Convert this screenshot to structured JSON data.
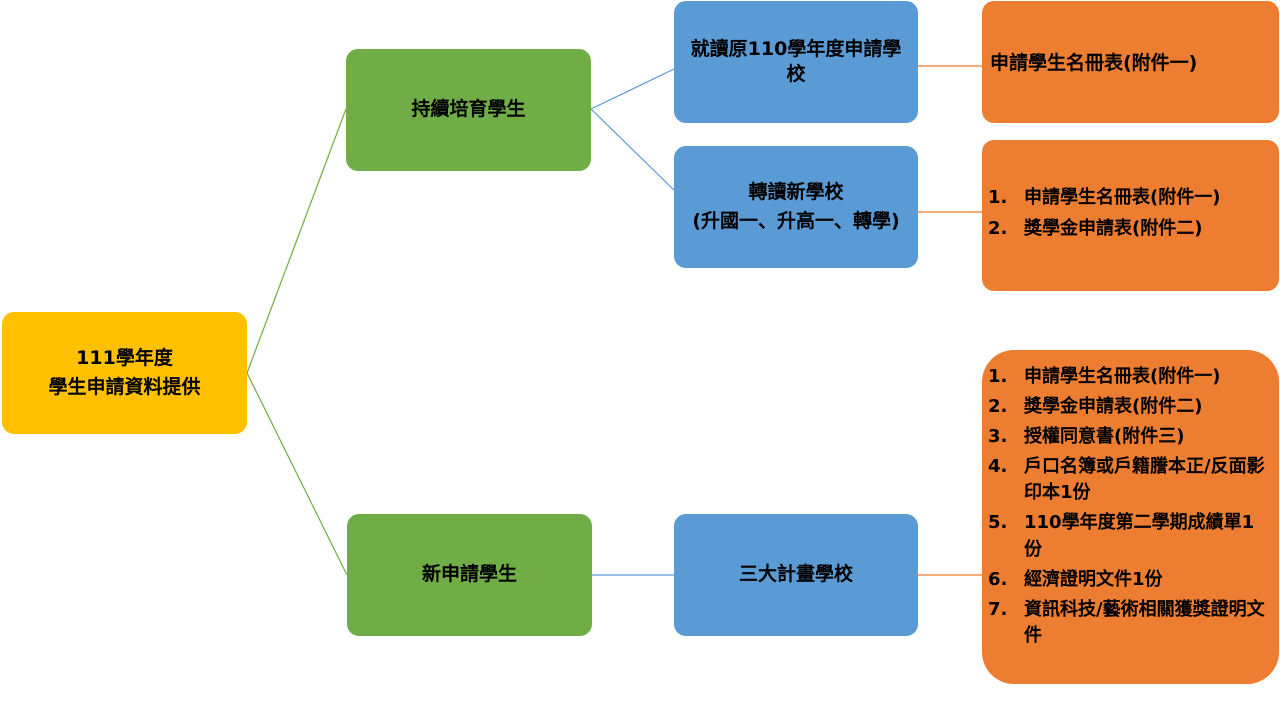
{
  "colors": {
    "root": "#FFC000",
    "level1": "#70AD47",
    "level2": "#5B9BD5",
    "level3": "#ED7D31",
    "connector_green": "#70AD47",
    "connector_blue": "#5B9BD5",
    "connector_orange": "#ED7D31"
  },
  "root": {
    "line1": "111學年度",
    "line2": "學生申請資料提供"
  },
  "branches": {
    "continuing": {
      "label": "持續培育學生",
      "stay": {
        "label": "就讀原110學年度申請學校",
        "docs": "申請學生名冊表(附件一)"
      },
      "transfer": {
        "line1": "轉讀新學校",
        "line2": "(升國一、升高一、轉學)",
        "docs": [
          {
            "num": "1.",
            "text": "申請學生名冊表(附件一)"
          },
          {
            "num": "2.",
            "text": "獎學金申請表(附件二)"
          }
        ]
      }
    },
    "new": {
      "label": "新申請學生",
      "school": {
        "label": "三大計畫學校"
      },
      "docs": [
        {
          "num": "1.",
          "text": "申請學生名冊表(附件一)"
        },
        {
          "num": "2.",
          "text": "獎學金申請表(附件二)"
        },
        {
          "num": "3.",
          "text": "授權同意書(附件三)"
        },
        {
          "num": "4.",
          "text": "戶口名簿或戶籍謄本正/反面影印本1份"
        },
        {
          "num": "5.",
          "text": "110學年度第二學期成績單1份"
        },
        {
          "num": "6.",
          "text": "經濟證明文件1份"
        },
        {
          "num": "7.",
          "text": "資訊科技/藝術相關獲獎證明文件"
        }
      ]
    }
  }
}
